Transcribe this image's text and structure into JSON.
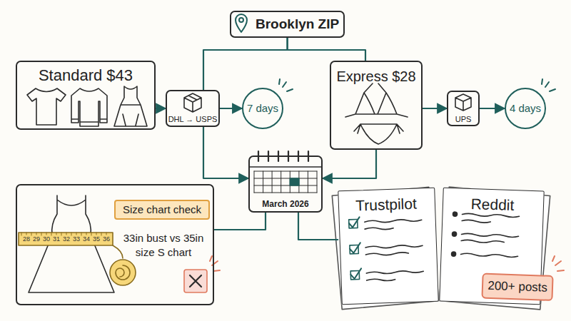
{
  "diagram": {
    "nodes": [
      {
        "text": [
          "Brooklyn ZIP"
        ]
      },
      {
        "text": [
          "Standard $43"
        ]
      },
      {
        "text": [
          "DHL → USPS"
        ]
      },
      {
        "text": [
          "7 days"
        ]
      },
      {
        "text": [
          "Express $28"
        ]
      },
      {
        "text": [
          "UPS"
        ]
      },
      {
        "text": [
          "4 days"
        ]
      },
      {
        "text": [
          "March 2026"
        ]
      },
      {
        "text": [
          "33in bust vs 35in size S chart"
        ]
      },
      {
        "text": [
          "Size chart check"
        ],
        "in": 8
      },
      {
        "text": [
          "Trustpilot"
        ]
      },
      {
        "text": [
          "Reddit"
        ]
      },
      {
        "text": [
          "200+ posts"
        ],
        "in": 11
      }
    ],
    "edges": [
      {
        "from": 0,
        "to": 2,
        "arrow": "none"
      },
      {
        "from": 0,
        "to": 4,
        "arrow": "none"
      },
      {
        "from": 1,
        "to": 2,
        "arrow": "to"
      },
      {
        "from": 2,
        "to": 3,
        "arrow": "to"
      },
      {
        "from": 4,
        "to": 5,
        "arrow": "to"
      },
      {
        "from": 5,
        "to": 6,
        "arrow": "to"
      },
      {
        "from": 2,
        "to": 7,
        "arrow": "to"
      },
      {
        "from": 4,
        "to": 7,
        "arrow": "to"
      },
      {
        "from": 7,
        "to": 8,
        "arrow": "none"
      },
      {
        "from": 7,
        "to": 10,
        "arrow": "none"
      }
    ],
    "labels": [
      "28",
      "29",
      "30",
      "31",
      "32",
      "33",
      "34",
      "35",
      "36"
    ]
  }
}
